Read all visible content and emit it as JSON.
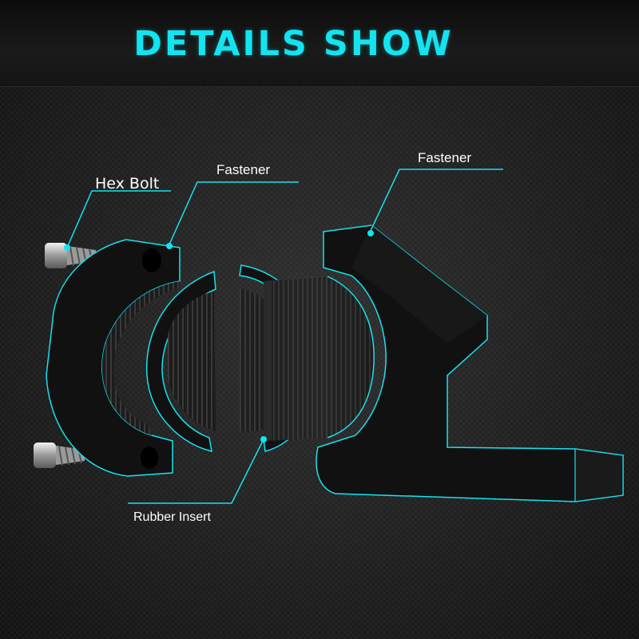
{
  "header": {
    "title": "DETAILS SHOW"
  },
  "labels": {
    "hex_bolt": "Hex Bolt",
    "fastener_left": "Fastener",
    "fastener_right": "Fastener",
    "rubber_insert": "Rubber Insert"
  },
  "colors": {
    "accent": "#14e3f0",
    "part_fill": "#111111",
    "background": "#262626"
  }
}
